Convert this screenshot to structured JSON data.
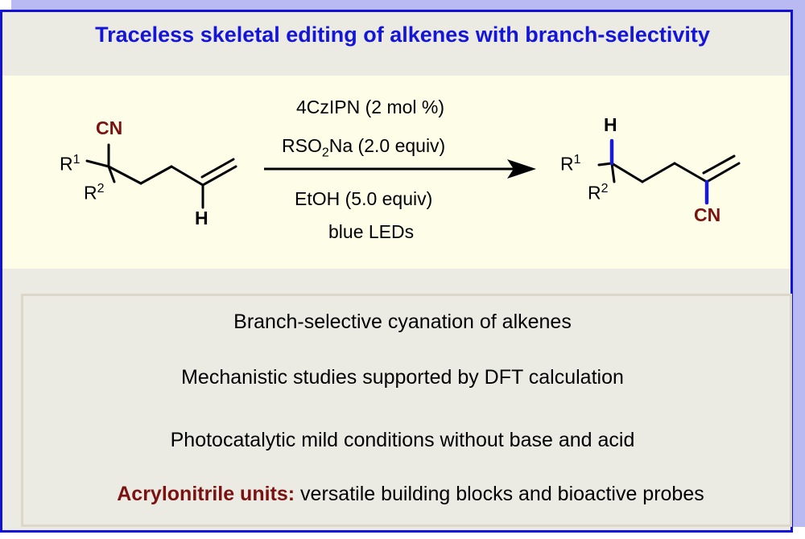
{
  "title": "Traceless skeletal editing of alkenes with branch-selectivity",
  "conditions": {
    "catalyst": "4CzIPN (2 mol %)",
    "reagent_prefix": "RSO",
    "reagent_sub": "2",
    "reagent_suffix": "Na (2.0 equiv)",
    "additive": "EtOH (5.0 equiv)",
    "light": "blue LEDs"
  },
  "reactant": {
    "cn": "CN",
    "r1": "R",
    "r1_sup": "1",
    "r2": "R",
    "r2_sup": "2",
    "h": "H"
  },
  "product": {
    "h": "H",
    "r1": "R",
    "r1_sup": "1",
    "r2": "R",
    "r2_sup": "2",
    "cn": "CN"
  },
  "highlights": [
    "Branch-selective cyanation of alkenes",
    "Mechanistic studies supported by DFT calculation",
    "Photocatalytic mild conditions without base and acid"
  ],
  "last_highlight": {
    "emphasis": "Acrylonitrile units:",
    "text": " versatile building blocks and bioactive probes"
  },
  "colors": {
    "frame": "#1212d6",
    "emphasis": "#7b1212",
    "bond_highlight": "#1a1ad6"
  }
}
